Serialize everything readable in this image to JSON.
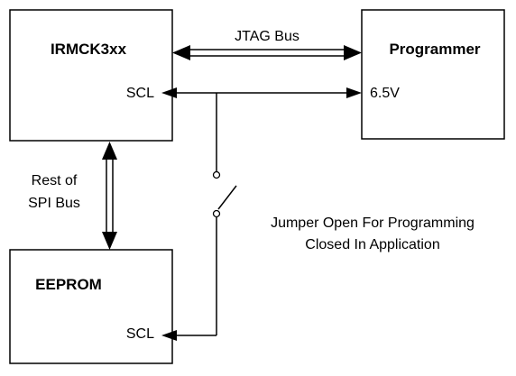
{
  "blocks": {
    "irmck": {
      "title": "IRMCK3xx",
      "pin": "SCL"
    },
    "programmer": {
      "title": "Programmer",
      "pin": "6.5V"
    },
    "eeprom": {
      "title": "EEPROM",
      "pin": "SCL"
    }
  },
  "connections": {
    "jtag_bus": "JTAG Bus",
    "spi_bus_line1": "Rest of",
    "spi_bus_line2": "SPI Bus"
  },
  "jumper": {
    "line1": "Jumper Open For Programming",
    "line2": "Closed In Application"
  }
}
